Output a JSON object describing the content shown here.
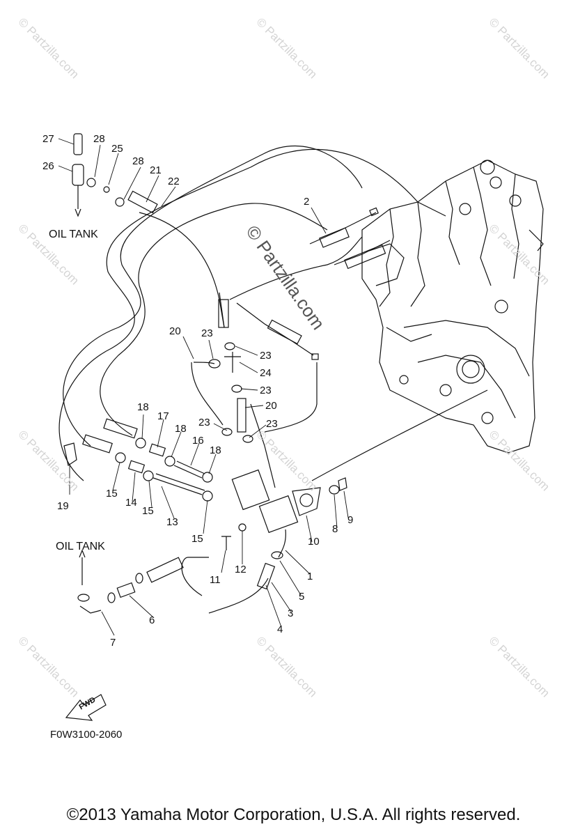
{
  "diagram": {
    "figure_code": "F0W3100-2060",
    "oil_tank_top": "OIL TANK",
    "oil_tank_bottom": "OIL TANK",
    "fwd_label": "FWD",
    "copyright": "©2013 Yamaha Motor Corporation, U.S.A. All rights reserved.",
    "watermark": "© Partzilla.com",
    "callouts": {
      "n1": "1",
      "n2": "2",
      "n3": "3",
      "n4": "4",
      "n5": "5",
      "n6": "6",
      "n7": "7",
      "n8": "8",
      "n9": "9",
      "n10": "10",
      "n11": "11",
      "n12": "12",
      "n13": "13",
      "n14": "14",
      "n15a": "15",
      "n15b": "15",
      "n15c": "15",
      "n16": "16",
      "n17": "17",
      "n18a": "18",
      "n18b": "18",
      "n18c": "18",
      "n19": "19",
      "n20a": "20",
      "n20b": "20",
      "n21": "21",
      "n22": "22",
      "n23a": "23",
      "n23b": "23",
      "n23c": "23",
      "n23d": "23",
      "n23e": "23",
      "n24": "24",
      "n25": "25",
      "n26": "26",
      "n27": "27",
      "n28a": "28",
      "n28b": "28"
    }
  }
}
